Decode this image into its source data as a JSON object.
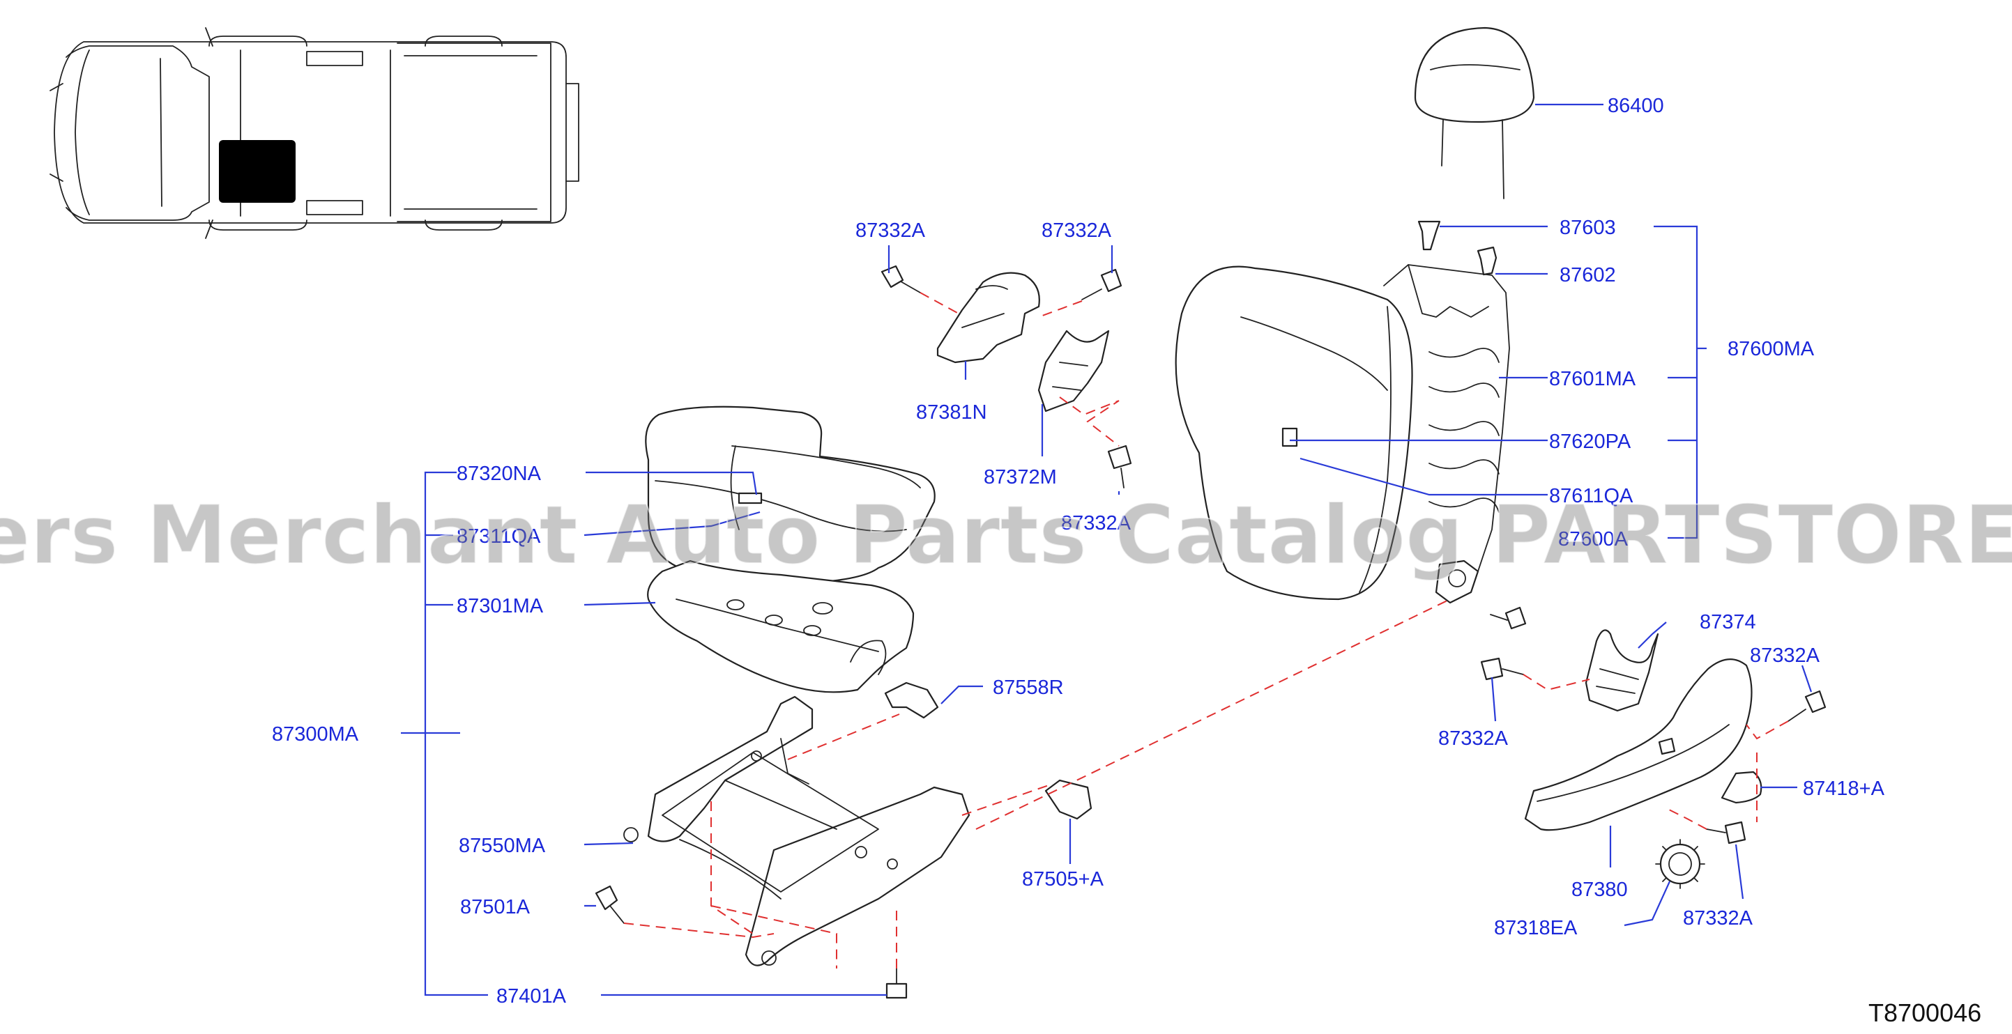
{
  "watermark": "Offers Merchant Auto Parts Catalog PARTSTORE.SA",
  "diagram_code": "T8700046",
  "labels": {
    "headrest": "86400",
    "clip_upper": "87603",
    "clip_lower": "87602",
    "back_assembly": "87600MA",
    "back_frame": "87601MA",
    "back_pad": "87620PA",
    "back_trim": "87611QA",
    "back_sub": "87600A",
    "cushion_pad": "87320NA",
    "cushion_trim": "87311QA",
    "cushion_frame": "87301MA",
    "cushion_assembly": "87300MA",
    "slide_adjuster": "87550MA",
    "bolt_front": "87501A",
    "bolt_bottom": "87401A",
    "bracket_r": "87558R",
    "bracket_a": "87505+A",
    "bolt_top_left": "87332A",
    "bolt_top_right": "87332A",
    "finisher_n": "87381N",
    "finisher_m": "87372M",
    "bolt_mid": "87332A",
    "finisher_inner": "87374",
    "bolt_right_top": "87332A",
    "bolt_right_left": "87332A",
    "knob": "87418+A",
    "side_finisher": "87380",
    "bolt_right_bottom": "87332A",
    "gear": "87318EA"
  },
  "colors": {
    "label_blue": "#1a27d9",
    "dash_red": "#e03030",
    "line_black": "#222222",
    "highlight": "#000000"
  }
}
